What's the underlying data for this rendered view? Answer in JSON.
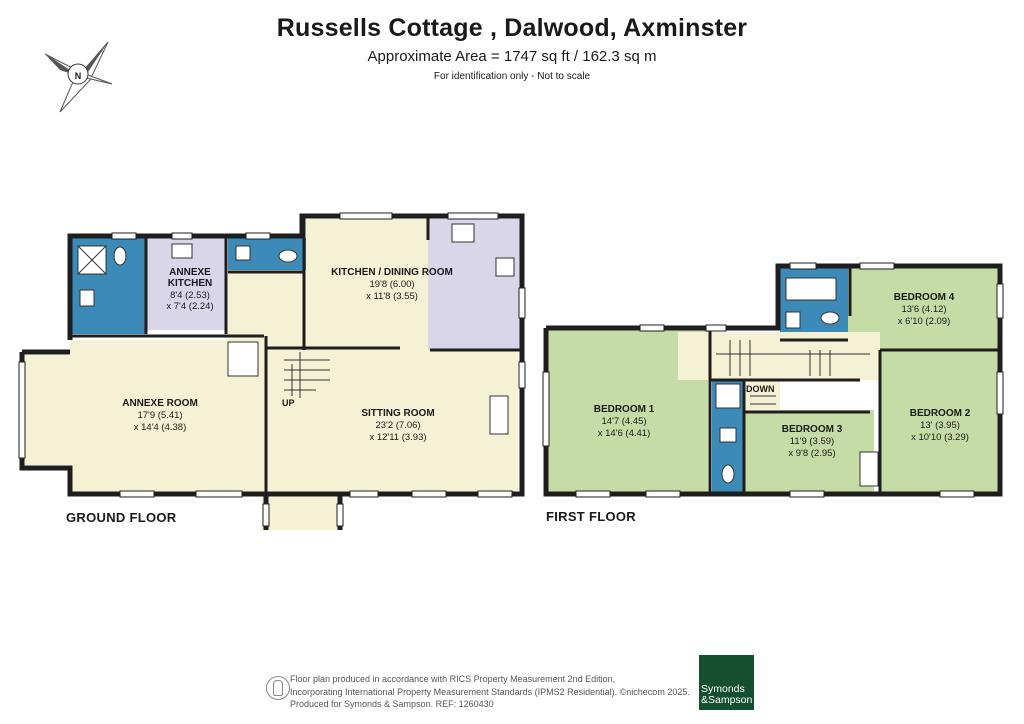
{
  "header": {
    "title": "Russells Cottage , Dalwood, Axminster",
    "area": "Approximate Area = 1747 sq ft / 162.3 sq m",
    "note": "For identification only - Not to scale"
  },
  "compass": {
    "icon": "north-arrow-icon",
    "label": "N"
  },
  "colors": {
    "wall": "#1e1e1e",
    "living": "#f4f1d4",
    "kitchen": "#d9d6ea",
    "bathroom": "#3b8ab8",
    "bedroom": "#c6dca7",
    "window": "#ffffff"
  },
  "ground_floor": {
    "label": "GROUND FLOOR",
    "rooms": [
      {
        "name": "ANNEXE ROOM",
        "dim1": "17'9 (5.41)",
        "dim2": "x 14'4 (4.38)"
      },
      {
        "name": "ANNEXE",
        "name2": "KITCHEN",
        "dim1": "8'4 (2.53)",
        "dim2": "x 7'4 (2.24)"
      },
      {
        "name": "KITCHEN / DINING ROOM",
        "dim1": "19'8 (6.00)",
        "dim2": "x 11'8 (3.55)"
      },
      {
        "name": "SITTING ROOM",
        "dim1": "23'2 (7.06)",
        "dim2": "x 12'11 (3.93)"
      }
    ],
    "stair_label": "UP"
  },
  "first_floor": {
    "label": "FIRST FLOOR",
    "rooms": [
      {
        "name": "BEDROOM 1",
        "dim1": "14'7 (4.45)",
        "dim2": "x 14'6 (4.41)"
      },
      {
        "name": "BEDROOM 2",
        "dim1": "13' (3.95)",
        "dim2": "x 10'10 (3.29)"
      },
      {
        "name": "BEDROOM 3",
        "dim1": "11'9 (3.59)",
        "dim2": "x 9'8 (2.95)"
      },
      {
        "name": "BEDROOM 4",
        "dim1": "13'6 (4.12)",
        "dim2": "x 6'10 (2.09)"
      }
    ],
    "stair_label": "DOWN"
  },
  "footer": {
    "line1": "Floor plan produced in accordance with RICS Property Measurement 2nd Edition,",
    "line2": "Incorporating International Property Measurement Standards (IPMS2 Residential). ©nichecom 2025.",
    "line3": "Produced for Symonds & Sampson.   REF: 1260430",
    "brand_line1": "Symonds",
    "brand_line2": "&Sampson"
  }
}
